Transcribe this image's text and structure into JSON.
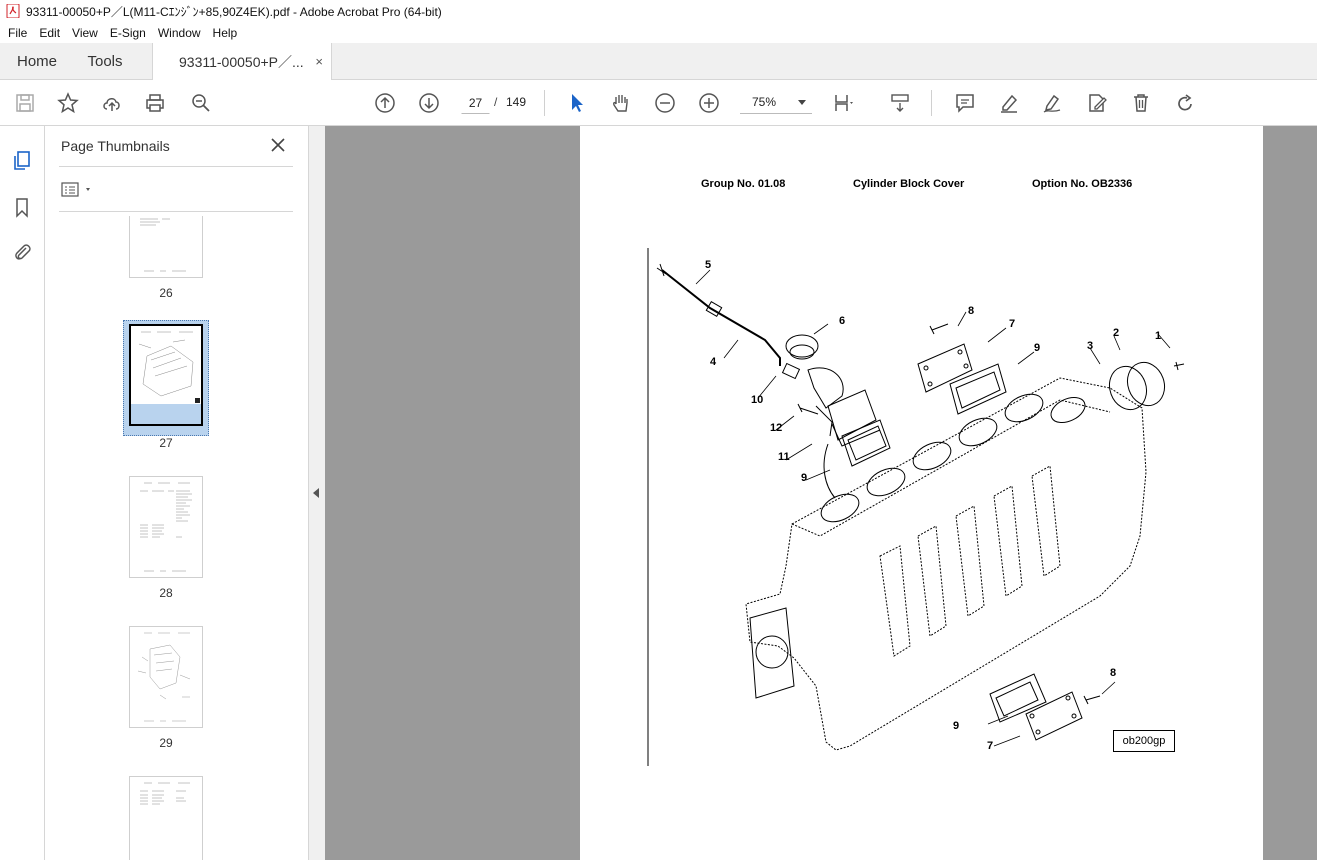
{
  "window": {
    "title": "93311-00050+P／L(M11-Cｴﾝｼﾞﾝ+85,90Z4EK).pdf - Adobe Acrobat Pro (64-bit)"
  },
  "menu": [
    "File",
    "Edit",
    "View",
    "E-Sign",
    "Window",
    "Help"
  ],
  "tabs": {
    "home": "Home",
    "tools": "Tools",
    "document": "93311-00050+P／...",
    "close": "×"
  },
  "toolbar": {
    "current_page": "27",
    "page_separator": "/",
    "total_pages": "149",
    "zoom": "75%"
  },
  "panel": {
    "title": "Page Thumbnails",
    "close": "✕"
  },
  "thumbnails": [
    {
      "label": "26"
    },
    {
      "label": "27",
      "selected": true
    },
    {
      "label": "28"
    },
    {
      "label": "29"
    },
    {
      "label": ""
    }
  ],
  "document_page": {
    "group": "Group No. 01.08",
    "title": "Cylinder Block Cover",
    "option": "Option No. OB2336",
    "figure_ref": "ob200gp",
    "callouts": [
      "5",
      "6",
      "8",
      "7",
      "9",
      "2",
      "1",
      "3",
      "4",
      "10",
      "12",
      "11",
      "9",
      "8",
      "9",
      "7"
    ]
  }
}
